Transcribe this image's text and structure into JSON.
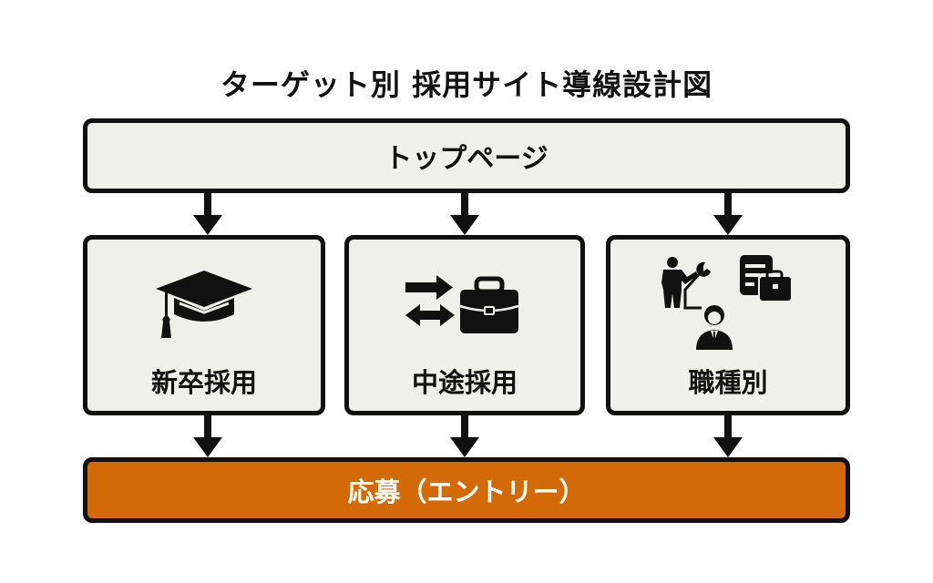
{
  "title": "ターゲット別 採用サイト導線設計図",
  "top_page": {
    "label": "トップページ"
  },
  "targets": [
    {
      "label": "新卒採用",
      "icon": "graduation-cap-icon"
    },
    {
      "label": "中途採用",
      "icon": "career-change-briefcase-icon"
    },
    {
      "label": "職種別",
      "icon": "job-types-people-icon"
    }
  ],
  "entry": {
    "label": "応募（エントリー）"
  },
  "colors": {
    "box_fill": "#efefeb",
    "border": "#111111",
    "entry_fill": "#d46a07",
    "entry_text": "#ffffff"
  }
}
